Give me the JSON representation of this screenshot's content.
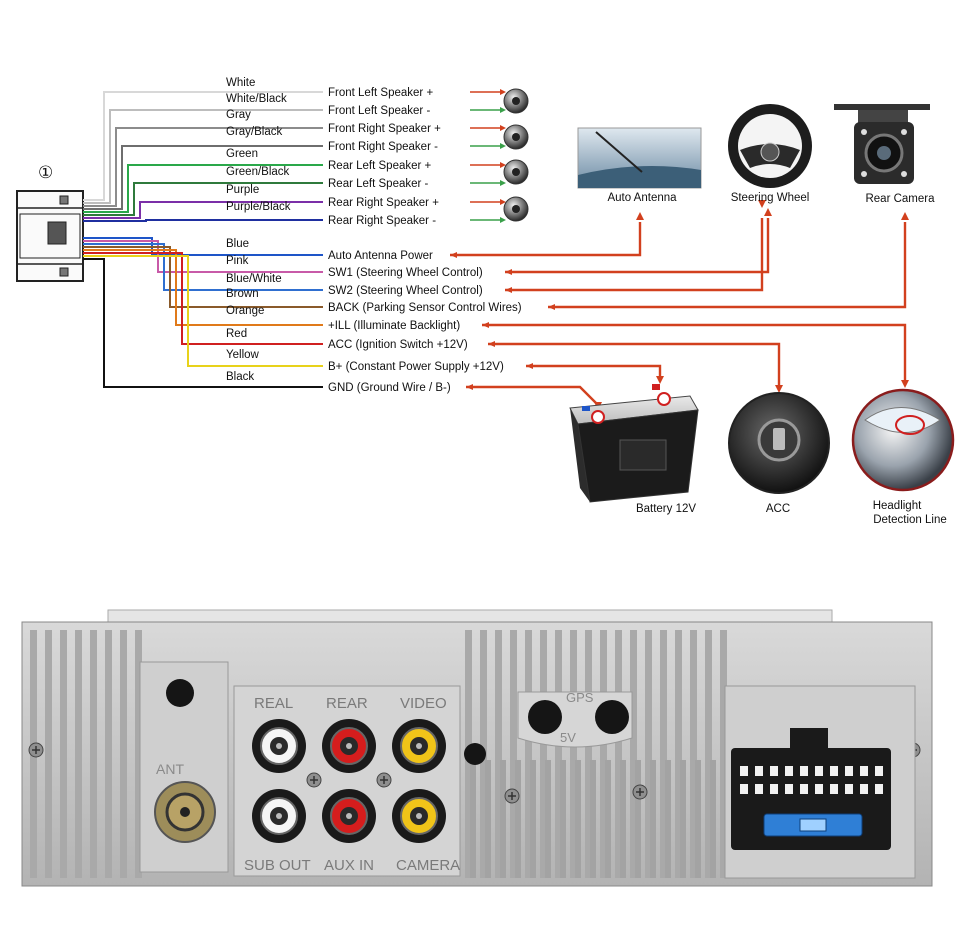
{
  "connector_number": "①",
  "wires": [
    {
      "color_name": "White",
      "function": "Front Left Speaker +",
      "hex": "#d8d8d8",
      "group": "spk"
    },
    {
      "color_name": "White/Black",
      "function": "Front Left Speaker -",
      "hex": "#bdbdbd",
      "group": "spk"
    },
    {
      "color_name": "Gray",
      "function": "Front Right Speaker +",
      "hex": "#8c8c8c",
      "group": "spk"
    },
    {
      "color_name": "Gray/Black",
      "function": "Front Right Speaker -",
      "hex": "#6e6e6e",
      "group": "spk"
    },
    {
      "color_name": "Green",
      "function": "Rear Left Speaker +",
      "hex": "#2aa84a",
      "group": "spk"
    },
    {
      "color_name": "Green/Black",
      "function": "Rear Left Speaker -",
      "hex": "#2f7a3c",
      "group": "spk"
    },
    {
      "color_name": "Purple",
      "function": "Rear Right Speaker +",
      "hex": "#7b2fa8",
      "group": "spk"
    },
    {
      "color_name": "Purple/Black",
      "function": "Rear Right Speaker -",
      "hex": "#1f2fa0",
      "group": "spk"
    },
    {
      "color_name": "Blue",
      "function": "Auto  Antenna Power",
      "hex": "#1e55c8",
      "group": "ctl"
    },
    {
      "color_name": "Pink",
      "function": "SW1 (Steering Wheel Control)",
      "hex": "#c85aa8",
      "group": "ctl"
    },
    {
      "color_name": "Blue/White",
      "function": "SW2 (Steering Wheel Control)",
      "hex": "#2f6fd0",
      "group": "ctl"
    },
    {
      "color_name": "Brown",
      "function": "BACK (Parking Sensor Control Wires)",
      "hex": "#8a5a2a",
      "group": "ctl"
    },
    {
      "color_name": "Orange",
      "function": "+ILL (Illuminate Backlight)",
      "hex": "#e07a1a",
      "group": "ctl"
    },
    {
      "color_name": "Red",
      "function": "ACC (Ignition Switch +12V)",
      "hex": "#d02020",
      "group": "ctl"
    },
    {
      "color_name": "Yellow",
      "function": "B+ (Constant Power Supply +12V)",
      "hex": "#e8d21a",
      "group": "ctl"
    },
    {
      "color_name": "Black",
      "function": "GND (Ground Wire / B-)",
      "hex": "#111111",
      "group": "ctl"
    }
  ],
  "devices": {
    "antenna": "Auto Antenna",
    "steering": "Steering Wheel",
    "camera": "Rear Camera",
    "battery": "Battery 12V",
    "acc": "ACC",
    "headlight_line1": "Headlight",
    "headlight_line2": "Detection Line"
  },
  "panel_labels": {
    "ant": "ANT",
    "rca_top": [
      "REAL",
      "REAR",
      "VIDEO"
    ],
    "rca_bottom": [
      "SUB OUT",
      "AUX IN",
      "CAMERA"
    ],
    "gps": "GPS",
    "five_v": "5V"
  },
  "colors": {
    "connection_line": "#d2401e",
    "speaker_arrow_plus": "#d2401e",
    "speaker_arrow_minus": "#3aa04a",
    "panel": "#c9c9c9",
    "fuse": "#2f7fd6"
  }
}
